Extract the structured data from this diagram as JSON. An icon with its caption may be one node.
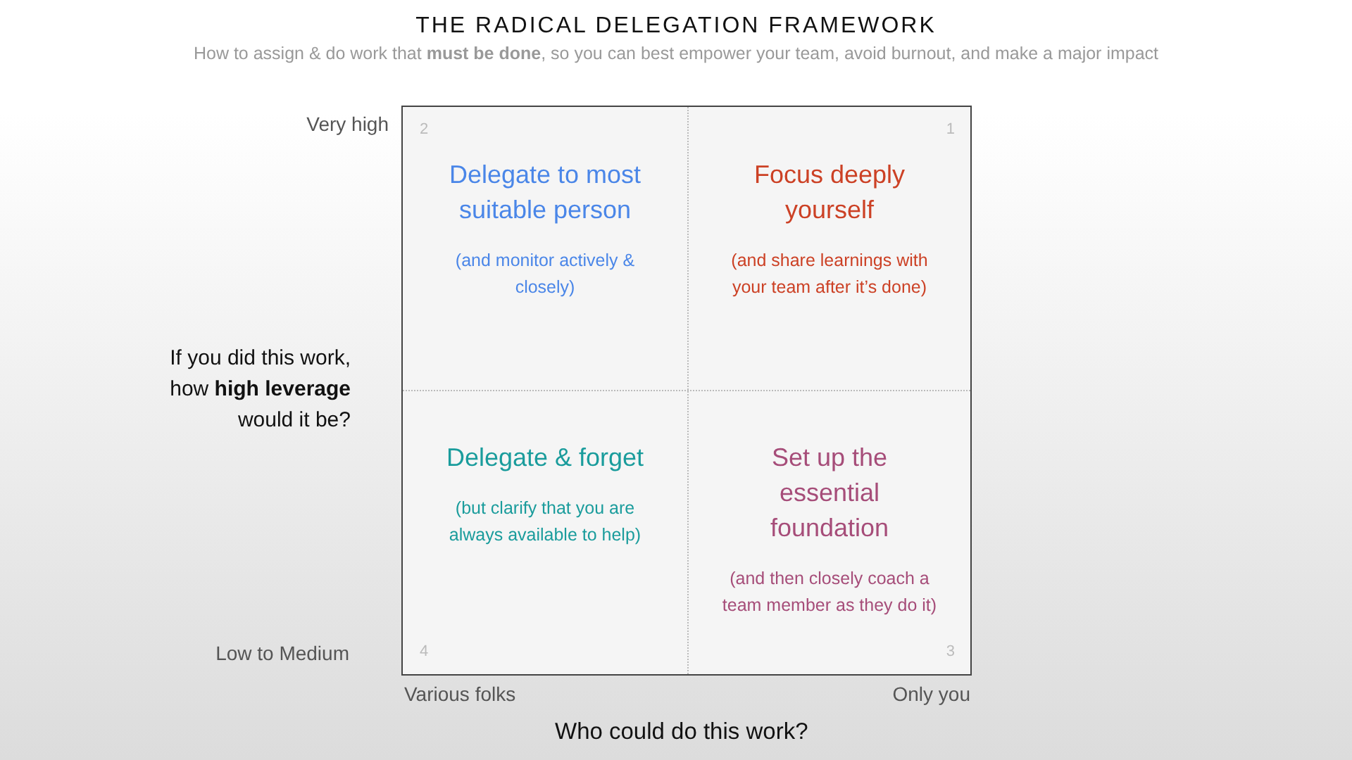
{
  "diagram": {
    "title": "THE RADICAL DELEGATION FRAMEWORK",
    "caption": "How to assign & do work that **must be done**, so you can best empower your team, avoid burnout, and make a major impact",
    "nodes": [
      {
        "text": [
          "Delegate to most suitable person",
          "(and monitor actively & closely)"
        ],
        "beside": [
          "2"
        ]
      },
      {
        "text": [
          "Focus deeply yourself",
          "(and share learnings with your team after it’s done)"
        ],
        "beside": [
          "1"
        ]
      },
      {
        "text": [
          "Delegate & forget",
          "(but clarify that you are always available to help)"
        ],
        "beside": [
          "4"
        ]
      },
      {
        "text": [
          "Set up the essential foundation",
          "(and then closely coach a team member as they do it)"
        ],
        "beside": [
          "3"
        ]
      }
    ],
    "labels": [
      "Very high",
      "If you did this work, how **high leverage** would it be?",
      "Low to Medium",
      "Various folks",
      "Only you",
      "Who could do this work?"
    ]
  }
}
